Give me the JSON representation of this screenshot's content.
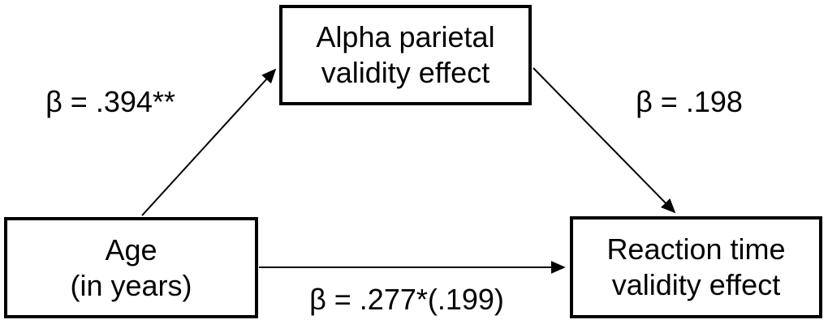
{
  "figure": {
    "type": "mediation-path-diagram",
    "background_color": "#ffffff",
    "stroke_color": "#000000",
    "text_color": "#000000",
    "nodes": {
      "mediator": {
        "lines": [
          "Alpha parietal",
          "validity effect"
        ]
      },
      "predictor": {
        "lines": [
          "Age",
          "(in years)"
        ]
      },
      "outcome": {
        "lines": [
          "Reaction time",
          "validity effect"
        ]
      }
    },
    "paths": {
      "predictor_to_mediator": {
        "label": "β = .394**"
      },
      "mediator_to_outcome": {
        "label": "β = .198"
      },
      "predictor_to_outcome": {
        "label": "β = .277*(.199)"
      }
    }
  }
}
